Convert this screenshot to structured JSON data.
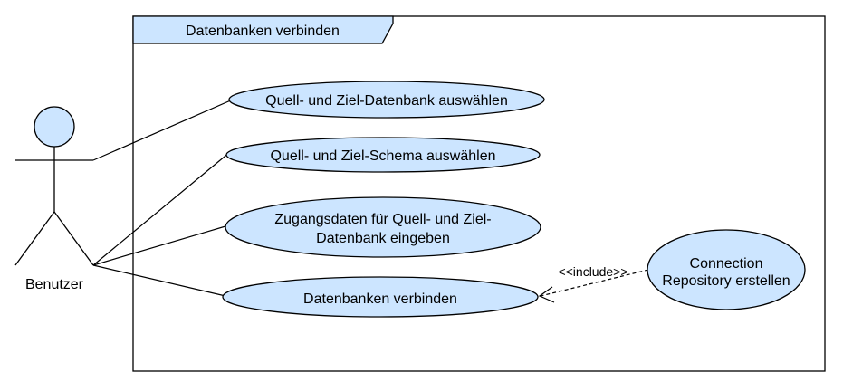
{
  "frame": {
    "title": "Datenbanken verbinden"
  },
  "actor": {
    "label": "Benutzer"
  },
  "use_cases": [
    {
      "lines": [
        "Quell- und Ziel-Datenbank auswählen"
      ]
    },
    {
      "lines": [
        "Quell- und Ziel-Schema auswählen"
      ]
    },
    {
      "lines": [
        "Zugangsdaten für Quell- und Ziel-",
        "Datenbank eingeben"
      ]
    },
    {
      "lines": [
        "Datenbanken verbinden"
      ]
    },
    {
      "lines": [
        "Connection",
        "Repository erstellen"
      ]
    }
  ],
  "relation": {
    "label": "<<include>>"
  },
  "colors": {
    "fill": "#cce5ff",
    "stroke": "#000000",
    "background": "#ffffff"
  }
}
